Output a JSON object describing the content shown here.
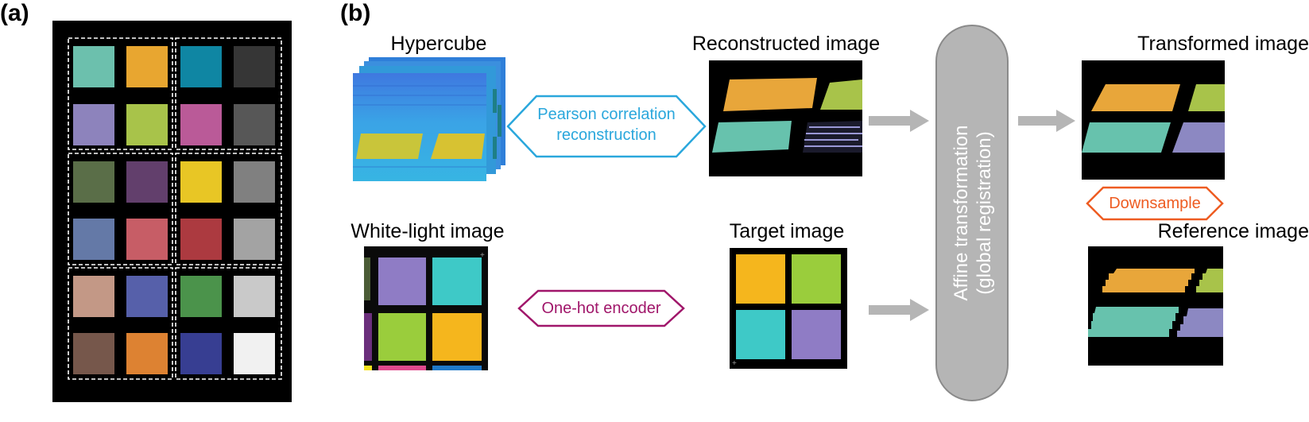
{
  "panels": {
    "a": "(a)",
    "b": "(b)"
  },
  "colorchecker": {
    "rows": [
      [
        "#6cc0ad",
        "#e8a630",
        "#0f86a3",
        "#363636"
      ],
      [
        "#8d83bc",
        "#a8c34a",
        "#ba5a98",
        "#575757"
      ],
      [
        "#5a6e48",
        "#623f6c",
        "#e8c625",
        "#808080"
      ],
      [
        "#6479a7",
        "#c75d66",
        "#ac3a40",
        "#a3a3a3"
      ],
      [
        "#c39886",
        "#5660aa",
        "#4b934b",
        "#c9c9c9"
      ],
      [
        "#76574b",
        "#dd8232",
        "#373e92",
        "#f1f1f1"
      ]
    ]
  },
  "labels": {
    "hypercube": "Hypercube",
    "reconstructed": "Reconstructed image",
    "transformed": "Transformed image",
    "white_light": "White-light image",
    "target": "Target image",
    "reference": "Reference image",
    "pearson_line1": "Pearson correlation",
    "pearson_line2": "reconstruction",
    "one_hot": "One-hot encoder",
    "downsample": "Downsample",
    "affine_line1": "Affine transformation",
    "affine_line2": "(global registration)"
  },
  "colors": {
    "pearson": "#2aa7dc",
    "one_hot": "#a0166a",
    "downsample": "#ee5c22",
    "arrow": "#b5b5b5",
    "affine_fill": "#b5b5b5",
    "affine_stroke": "#8a8a8a",
    "orange": "#e8a63a",
    "teal": "#67c2ad",
    "green": "#a8c34a",
    "purple": "#8c88c2",
    "yellow": "#f5b61d",
    "lime": "#9acd3c",
    "cyan": "#3ec9c7",
    "violet": "#8f7cc5"
  }
}
